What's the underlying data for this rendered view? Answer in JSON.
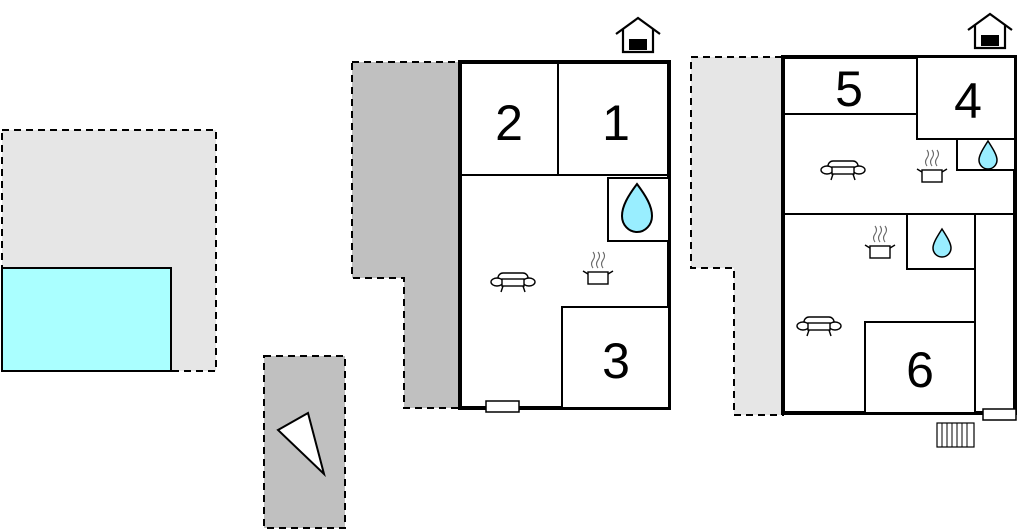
{
  "colors": {
    "background": "#ffffff",
    "terrace_light": "#e6e6e6",
    "terrace_dark": "#c0c0c0",
    "pool": "#aaffff",
    "water_drop": "#99eeff",
    "wall": "#000000"
  },
  "icons": [
    "house-icon",
    "water-drop-icon",
    "sofa-icon",
    "cooking-pot-icon",
    "parking-triangle-icon",
    "entrance-step-icon",
    "stairs-icon"
  ],
  "building_a": {
    "rooms": [
      {
        "id": "room-2",
        "label": "2"
      },
      {
        "id": "room-1",
        "label": "1"
      },
      {
        "id": "room-3",
        "label": "3"
      }
    ]
  },
  "building_b": {
    "rooms": [
      {
        "id": "room-5",
        "label": "5"
      },
      {
        "id": "room-4",
        "label": "4"
      },
      {
        "id": "room-6",
        "label": "6"
      }
    ]
  }
}
